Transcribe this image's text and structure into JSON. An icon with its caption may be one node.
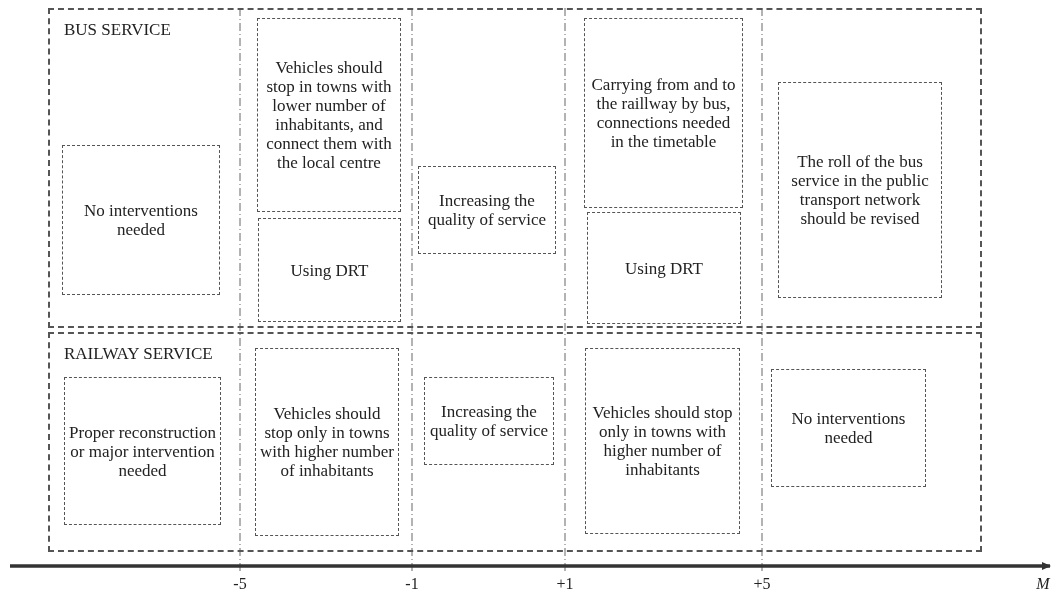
{
  "diagram": {
    "nodes": [
      {
        "text": [
          "BUS SERVICE"
        ]
      },
      {
        "text": [
          "No interventions needed"
        ],
        "in": 0
      },
      {
        "text": [
          "Vehicles should stop in towns with lower number of inhabitants, and connect them with the local centre"
        ],
        "in": 0
      },
      {
        "text": [
          "Using DRT"
        ],
        "in": 0
      },
      {
        "text": [
          "Increasing the quality of service"
        ],
        "in": 0
      },
      {
        "text": [
          "Carrying from and to the raillway by bus, connections needed in the timetable"
        ],
        "in": 0
      },
      {
        "text": [
          "Using DRT"
        ],
        "in": 0
      },
      {
        "text": [
          "The roll of the bus service in the public transport network should be revised"
        ],
        "in": 0
      },
      {
        "text": [
          "RAILWAY SERVICE"
        ]
      },
      {
        "text": [
          "Proper reconstruction or major intervention needed"
        ],
        "in": 8
      },
      {
        "text": [
          "Vehicles should stop only in towns with higher number of inhabitants"
        ],
        "in": 8
      },
      {
        "text": [
          "Increasing the quality of service"
        ],
        "in": 8
      },
      {
        "text": [
          "Vehicles should stop only in towns with higher number of inhabitants"
        ],
        "in": 8
      },
      {
        "text": [
          "No interventions needed"
        ],
        "in": 8
      }
    ],
    "edges": [],
    "labels": [
      "-5",
      "-1",
      "+1",
      "+5",
      "M"
    ]
  }
}
